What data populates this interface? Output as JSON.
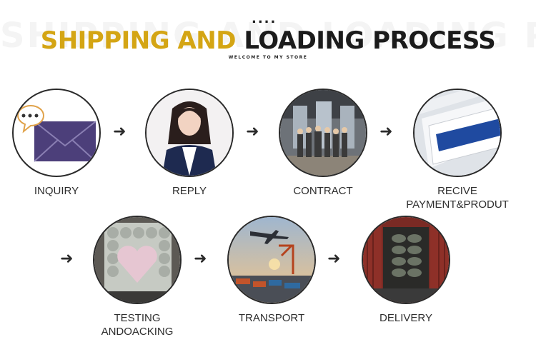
{
  "header": {
    "background_word": "SHIPPING AND LOADING PROCESS",
    "dots": "....",
    "title_part1": "SHIPPING AND",
    "title_part2": "LOADING PROCESS",
    "subtitle": "WELCOME TO MY STORE"
  },
  "colors": {
    "accent": "#d4a514",
    "dark": "#1b1b1b"
  },
  "steps": [
    {
      "label": "INQUIRY",
      "icon": "envelope-chat-icon"
    },
    {
      "label": "REPLY",
      "icon": "customer-service-photo"
    },
    {
      "label": "CONTRACT",
      "icon": "group-photo"
    },
    {
      "label": "RECIVE PAYMENT&PRODUT",
      "line1": "RECIVE",
      "line2": "PAYMENT&PRODUT",
      "icon": "product-sheets-photo"
    },
    {
      "label": "TESTING ANDOACKING",
      "line1": "TESTING",
      "line2": "ANDOACKING",
      "icon": "packed-container-photo"
    },
    {
      "label": "TRANSPORT",
      "icon": "port-airplane-photo"
    },
    {
      "label": "DELIVERY",
      "icon": "loaded-container-photo"
    }
  ],
  "arrow_glyph": "➜"
}
